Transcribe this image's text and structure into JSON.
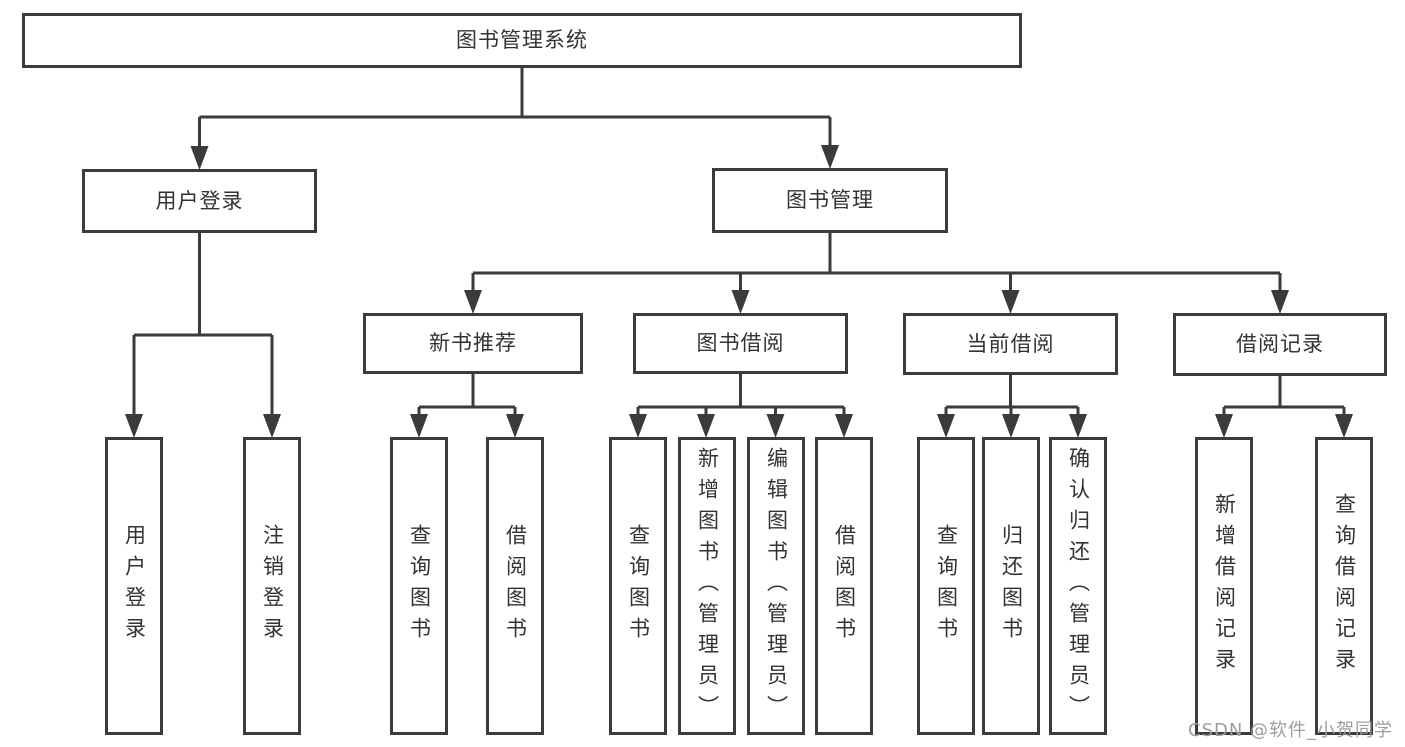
{
  "diagram_title": "图书管理系统",
  "hierarchy": {
    "label": "图书管理系统",
    "children": [
      {
        "label": "用户登录",
        "children": [
          {
            "label": "用户登录"
          },
          {
            "label": "注销登录"
          }
        ]
      },
      {
        "label": "图书管理",
        "children": [
          {
            "label": "新书推荐",
            "children": [
              {
                "label": "查询图书"
              },
              {
                "label": "借阅图书"
              }
            ]
          },
          {
            "label": "图书借阅",
            "children": [
              {
                "label": "查询图书"
              },
              {
                "label": "新增图书（管理员）"
              },
              {
                "label": "编辑图书（管理员）"
              },
              {
                "label": "借阅图书"
              }
            ]
          },
          {
            "label": "当前借阅",
            "children": [
              {
                "label": "查询图书"
              },
              {
                "label": "归还图书"
              },
              {
                "label": "确认归还（管理员）"
              }
            ]
          },
          {
            "label": "借阅记录",
            "children": [
              {
                "label": "新增借阅记录"
              },
              {
                "label": "查询借阅记录"
              }
            ]
          }
        ]
      }
    ]
  },
  "watermark": "CSDN @软件_小贺同学",
  "colors": {
    "line": "#3b3b3b",
    "text": "#333333",
    "watermark": "#9e9e9e",
    "background": "#ffffff"
  }
}
